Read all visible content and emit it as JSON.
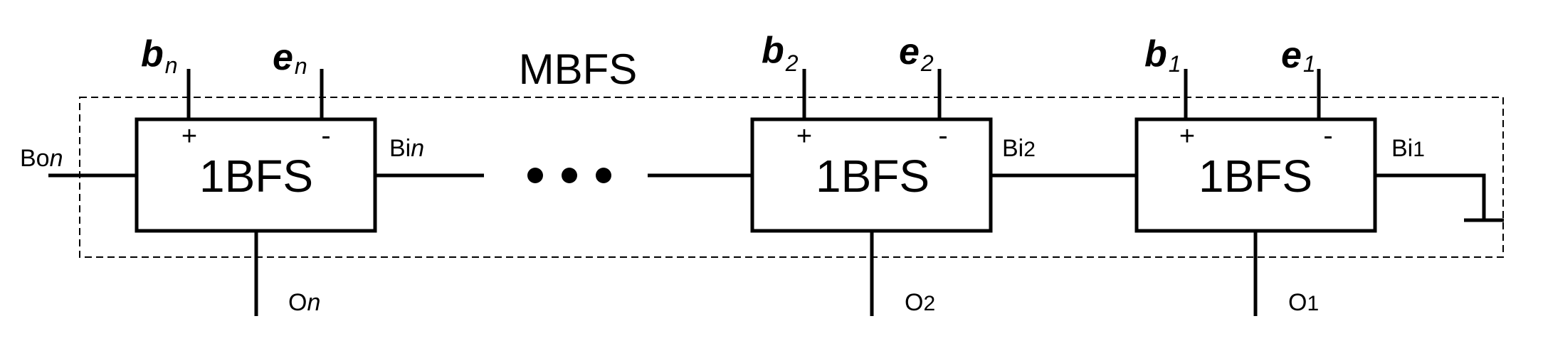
{
  "diagram": {
    "title": "MBFS",
    "ellipsis": "• • •",
    "blocks": [
      {
        "id": "n",
        "name": "1BFS",
        "plus": "+",
        "minus": "-",
        "b_main": "b",
        "b_sub": "n",
        "e_main": "e",
        "e_sub": "n",
        "o_main": "O",
        "o_sub": "n",
        "left_main": "Bo",
        "left_sub": "n",
        "right_main": "Bi",
        "right_sub": "n"
      },
      {
        "id": "2",
        "name": "1BFS",
        "plus": "+",
        "minus": "-",
        "b_main": "b",
        "b_sub": "2",
        "e_main": "e",
        "e_sub": "2",
        "o_main": "O",
        "o_sub": "2",
        "right_main": "Bi",
        "right_sub": "2"
      },
      {
        "id": "1",
        "name": "1BFS",
        "plus": "+",
        "minus": "-",
        "b_main": "b",
        "b_sub": "1",
        "e_main": "e",
        "e_sub": "1",
        "o_main": "O",
        "o_sub": "1",
        "right_main": "Bi",
        "right_sub": "1"
      }
    ]
  }
}
